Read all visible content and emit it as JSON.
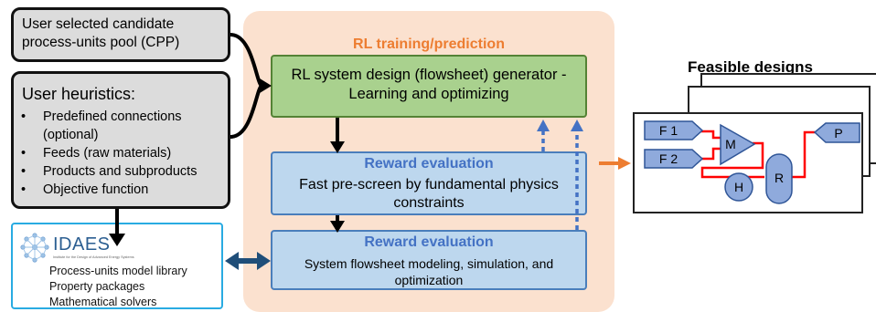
{
  "inputs": {
    "cpp": "User selected candidate process-units pool (CPP)",
    "heuristics_title": "User heuristics:",
    "heuristics": [
      "Predefined connections (optional)",
      "Feeds (raw materials)",
      "Products and subproducts",
      "Objective function"
    ]
  },
  "idaes": {
    "name": "IDAES",
    "subtitle": "Institute for the Design of Advanced Energy Systems",
    "items": [
      "Process-units model library",
      "Property packages",
      "Mathematical solvers"
    ]
  },
  "rl": {
    "title": "RL training/prediction",
    "generator": "RL system design (flowsheet) generator -Learning and optimizing",
    "reward1_title": "Reward evaluation",
    "reward1_body": "Fast pre-screen by fundamental physics constraints",
    "reward2_title": "Reward evaluation",
    "reward2_body": "System flowsheet modeling, simulation, and optimization"
  },
  "designs": {
    "title": "Feasible designs",
    "units": {
      "f1": "F 1",
      "f2": "F 2",
      "m": "M",
      "h": "H",
      "r": "R",
      "p": "P"
    }
  },
  "colors": {
    "orange": "#ed7d31",
    "green": "#a9d18e",
    "blue_box": "#bdd7ee",
    "unit_fill": "#8faadc",
    "stream": "#ff0000",
    "arrow_blue": "#4472c4",
    "arrow_dark": "#1f4e79"
  }
}
